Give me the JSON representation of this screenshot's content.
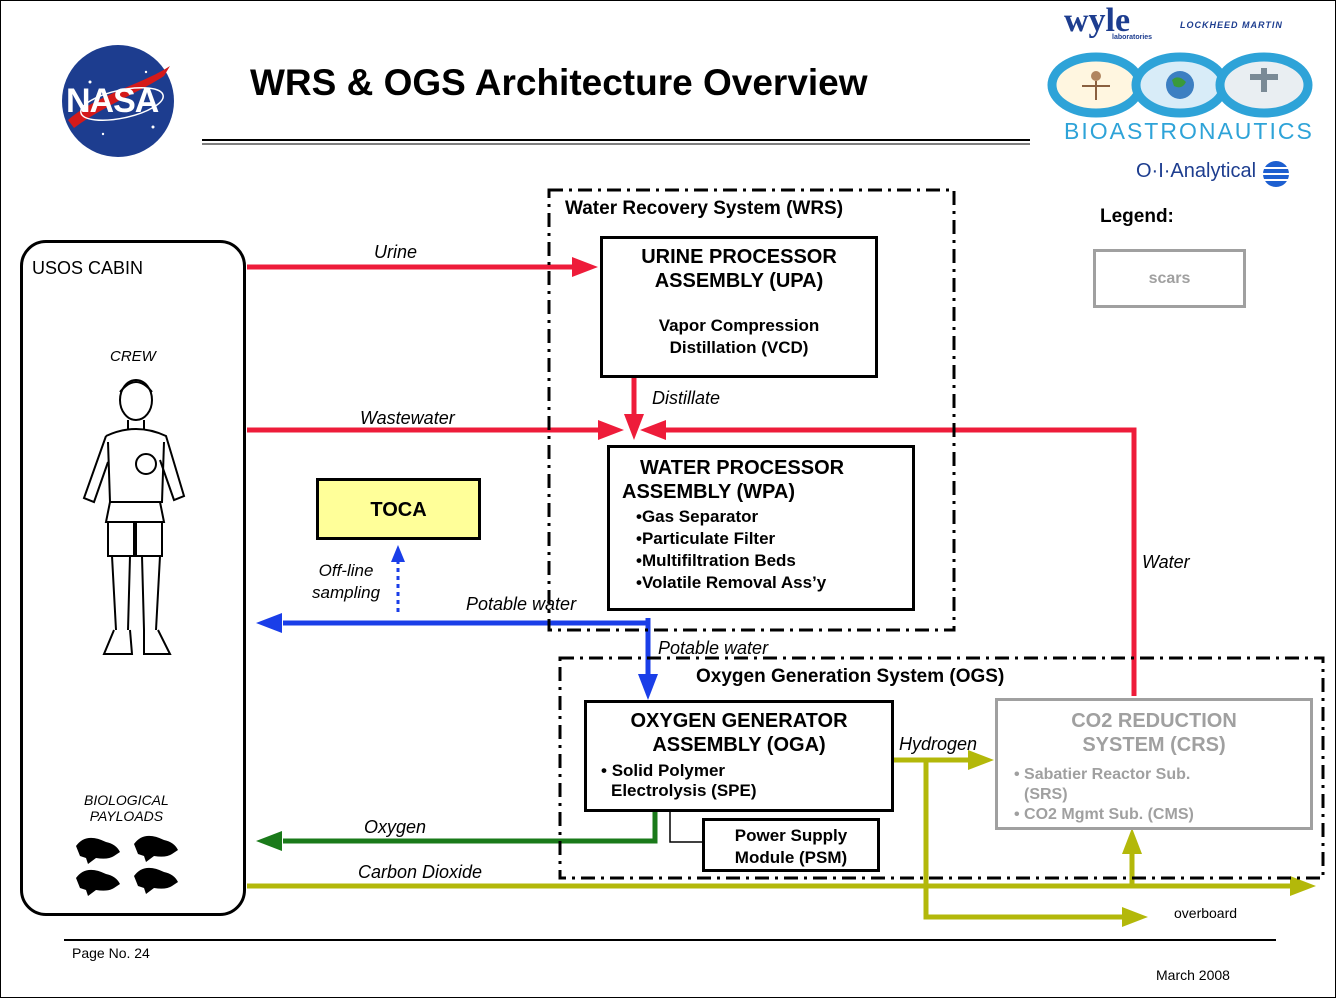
{
  "title": "WRS & OGS Architecture Overview",
  "logos": {
    "nasa": "NASA",
    "wyle": "wyle",
    "wyle_sub": "laboratories",
    "lockheed": "LOCKHEED MARTIN",
    "bioastronautics": "BIOASTRONAUTICS",
    "oi_analytical": "O·I·Analytical"
  },
  "legend": {
    "heading": "Legend:",
    "scars": "scars"
  },
  "cabin": {
    "title": "USOS CABIN",
    "crew": "CREW",
    "bio_line1": "BIOLOGICAL",
    "bio_line2": "PAYLOADS"
  },
  "wrs": {
    "label": "Water Recovery System (WRS)"
  },
  "ogs": {
    "label": "Oxygen Generation System (OGS)"
  },
  "upa": {
    "title1": "URINE PROCESSOR",
    "title2": "ASSEMBLY (UPA)",
    "sub1": "Vapor Compression",
    "sub2": "Distillation (VCD)"
  },
  "wpa": {
    "title1": "WATER PROCESSOR",
    "title2": "ASSEMBLY (WPA)",
    "items": [
      "Gas Separator",
      "Particulate Filter",
      "Multifiltration Beds",
      "Volatile Removal Ass’y"
    ]
  },
  "toca": {
    "label": "TOCA"
  },
  "oga": {
    "title1": "OXYGEN GENERATOR",
    "title2": "ASSEMBLY (OGA)",
    "item1": "Solid Polymer",
    "item1b": "Electrolysis (SPE)"
  },
  "psm": {
    "line1": "Power Supply",
    "line2": "Module (PSM)"
  },
  "crs": {
    "title1": "CO2 REDUCTION",
    "title2": "SYSTEM (CRS)",
    "item1": "Sabatier Reactor Sub.",
    "item1b": "(SRS)",
    "item2": "CO2 Mgmt Sub. (CMS)"
  },
  "flows": {
    "urine": "Urine",
    "wastewater": "Wastewater",
    "distillate": "Distillate",
    "water": "Water",
    "potable1": "Potable water",
    "potable2": "Potable water",
    "offline1": "Off-line",
    "offline2": "sampling",
    "hydrogen": "Hydrogen",
    "oxygen": "Oxygen",
    "co2": "Carbon Dioxide",
    "overboard": "overboard"
  },
  "footer": {
    "page": "Page No. 24",
    "date": "March 2008"
  },
  "colors": {
    "red": "#ee1c3a",
    "blue": "#1a3ee8",
    "green": "#1a7a1a",
    "olive": "#b3b80a",
    "grey": "#a0a0a0",
    "toca_fill": "#ffff99"
  }
}
